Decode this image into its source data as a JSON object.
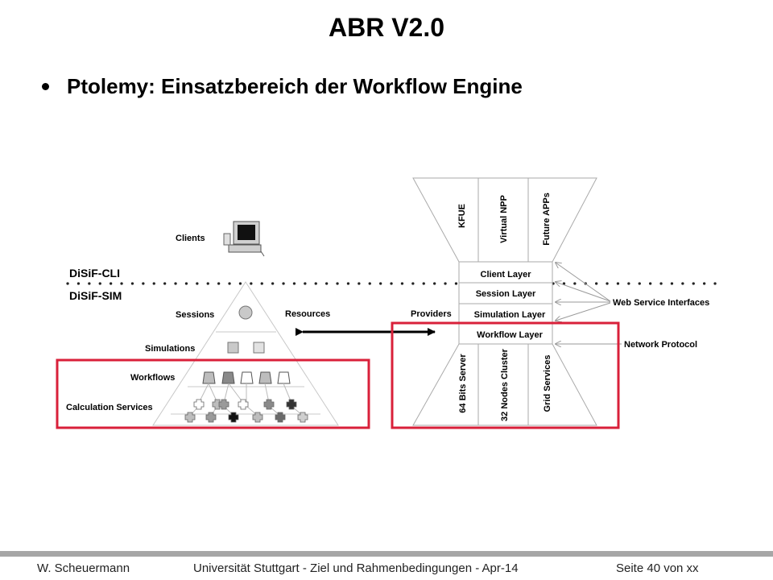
{
  "slide": {
    "title": "ABR V2.0",
    "bullet": "Ptolemy: Einsatzbereich der Workflow Engine"
  },
  "diagram": {
    "left": {
      "clients": "Clients",
      "disif_cli": "DiSiF-CLI",
      "disif_sim": "DiSiF-SIM",
      "sessions": "Sessions",
      "resources": "Resources",
      "simulations": "Simulations",
      "workflows": "Workflows",
      "calculation_services": "Calculation Services"
    },
    "right": {
      "funnel_labels": [
        "KFUE",
        "Virtual NPP",
        "Future APPs"
      ],
      "layers": [
        "Client Layer",
        "Session Layer",
        "Simulation Layer",
        "Workflow Layer"
      ],
      "providers": "Providers",
      "web_service_interfaces": "Web Service Interfaces",
      "network_protocol": "Network Protocol",
      "backend_labels": [
        "64 Bits Server",
        "32 Nodes Cluster",
        "Grid Services"
      ]
    },
    "highlight_color": "#d9203a"
  },
  "footer": {
    "author": "W. Scheuermann",
    "center": "Universität Stuttgart  - Ziel und Rahmenbedingungen  - Apr-14",
    "page": "Seite 40 von xx"
  }
}
